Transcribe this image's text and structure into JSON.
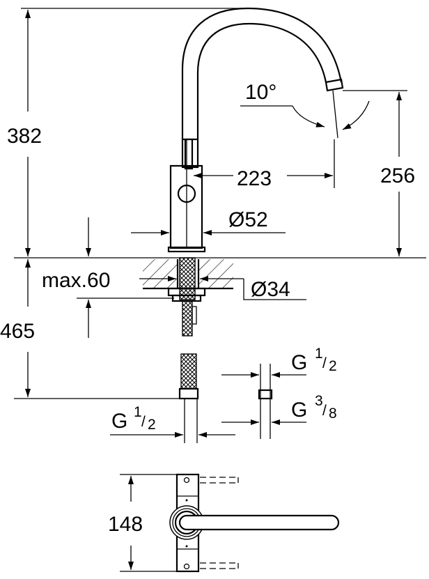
{
  "dimensions": {
    "total_height": "382",
    "spout_angle": "10°",
    "spout_reach": "223",
    "spout_height": "256",
    "body_diameter": "Ø52",
    "max_thickness": "max.60",
    "hole_diameter": "Ø34",
    "hose_length": "465",
    "handle_depth": "148"
  },
  "connections": {
    "hose_thread": {
      "g": "G",
      "num": "1",
      "den": "2"
    },
    "right_top": {
      "g": "G",
      "num": "1",
      "den": "2"
    },
    "right_bottom": {
      "g": "G",
      "num": "3",
      "den": "8"
    }
  },
  "colors": {
    "line": "#000000",
    "background": "#ffffff"
  }
}
